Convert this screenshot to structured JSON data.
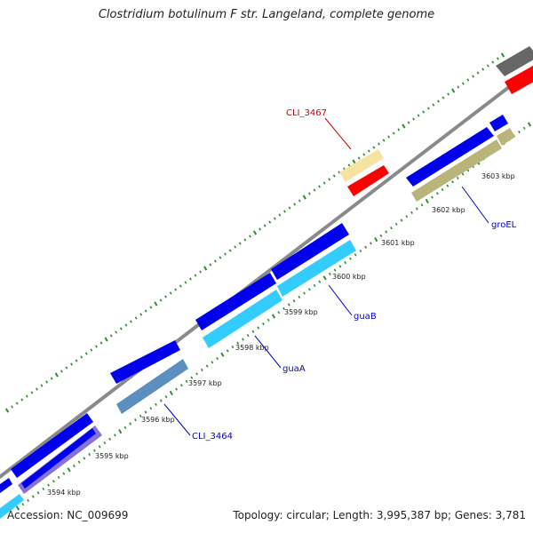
{
  "title": "Clostridium botulinum F str. Langeland, complete genome",
  "accession": "Accession: NC_009699",
  "topology": "Topology: circular; Length: 3,995,387 bp; Genes: 3,781",
  "colors": {
    "backbone": "#8a8a8a",
    "tick": "#2e8b2e",
    "cds_blue": "#0000ee",
    "cds_cyan": "#33ccff",
    "cds_steel": "#5b8fc0",
    "cds_violet": "#8872d8",
    "cds_khaki": "#b8b47a",
    "cds_red": "#ff0000",
    "cds_pale": "#f5e3a0",
    "cds_gray": "#666666",
    "label_blue": "#0000cc",
    "label_red": "#cc0000"
  },
  "kbp_labels": [
    "3594 kbp",
    "3595 kbp",
    "3596 kbp",
    "3597 kbp",
    "3598 kbp",
    "3599 kbp",
    "3600 kbp",
    "3601 kbp",
    "3602 kbp",
    "3603 kbp"
  ],
  "gene_labels": [
    {
      "name": "CLI_3464",
      "color": "label_blue"
    },
    {
      "name": "guaA",
      "color": "label_blue"
    },
    {
      "name": "guaB",
      "color": "label_blue"
    },
    {
      "name": "groEL",
      "color": "label_blue"
    },
    {
      "name": "CLI_3467",
      "color": "label_red"
    }
  ]
}
